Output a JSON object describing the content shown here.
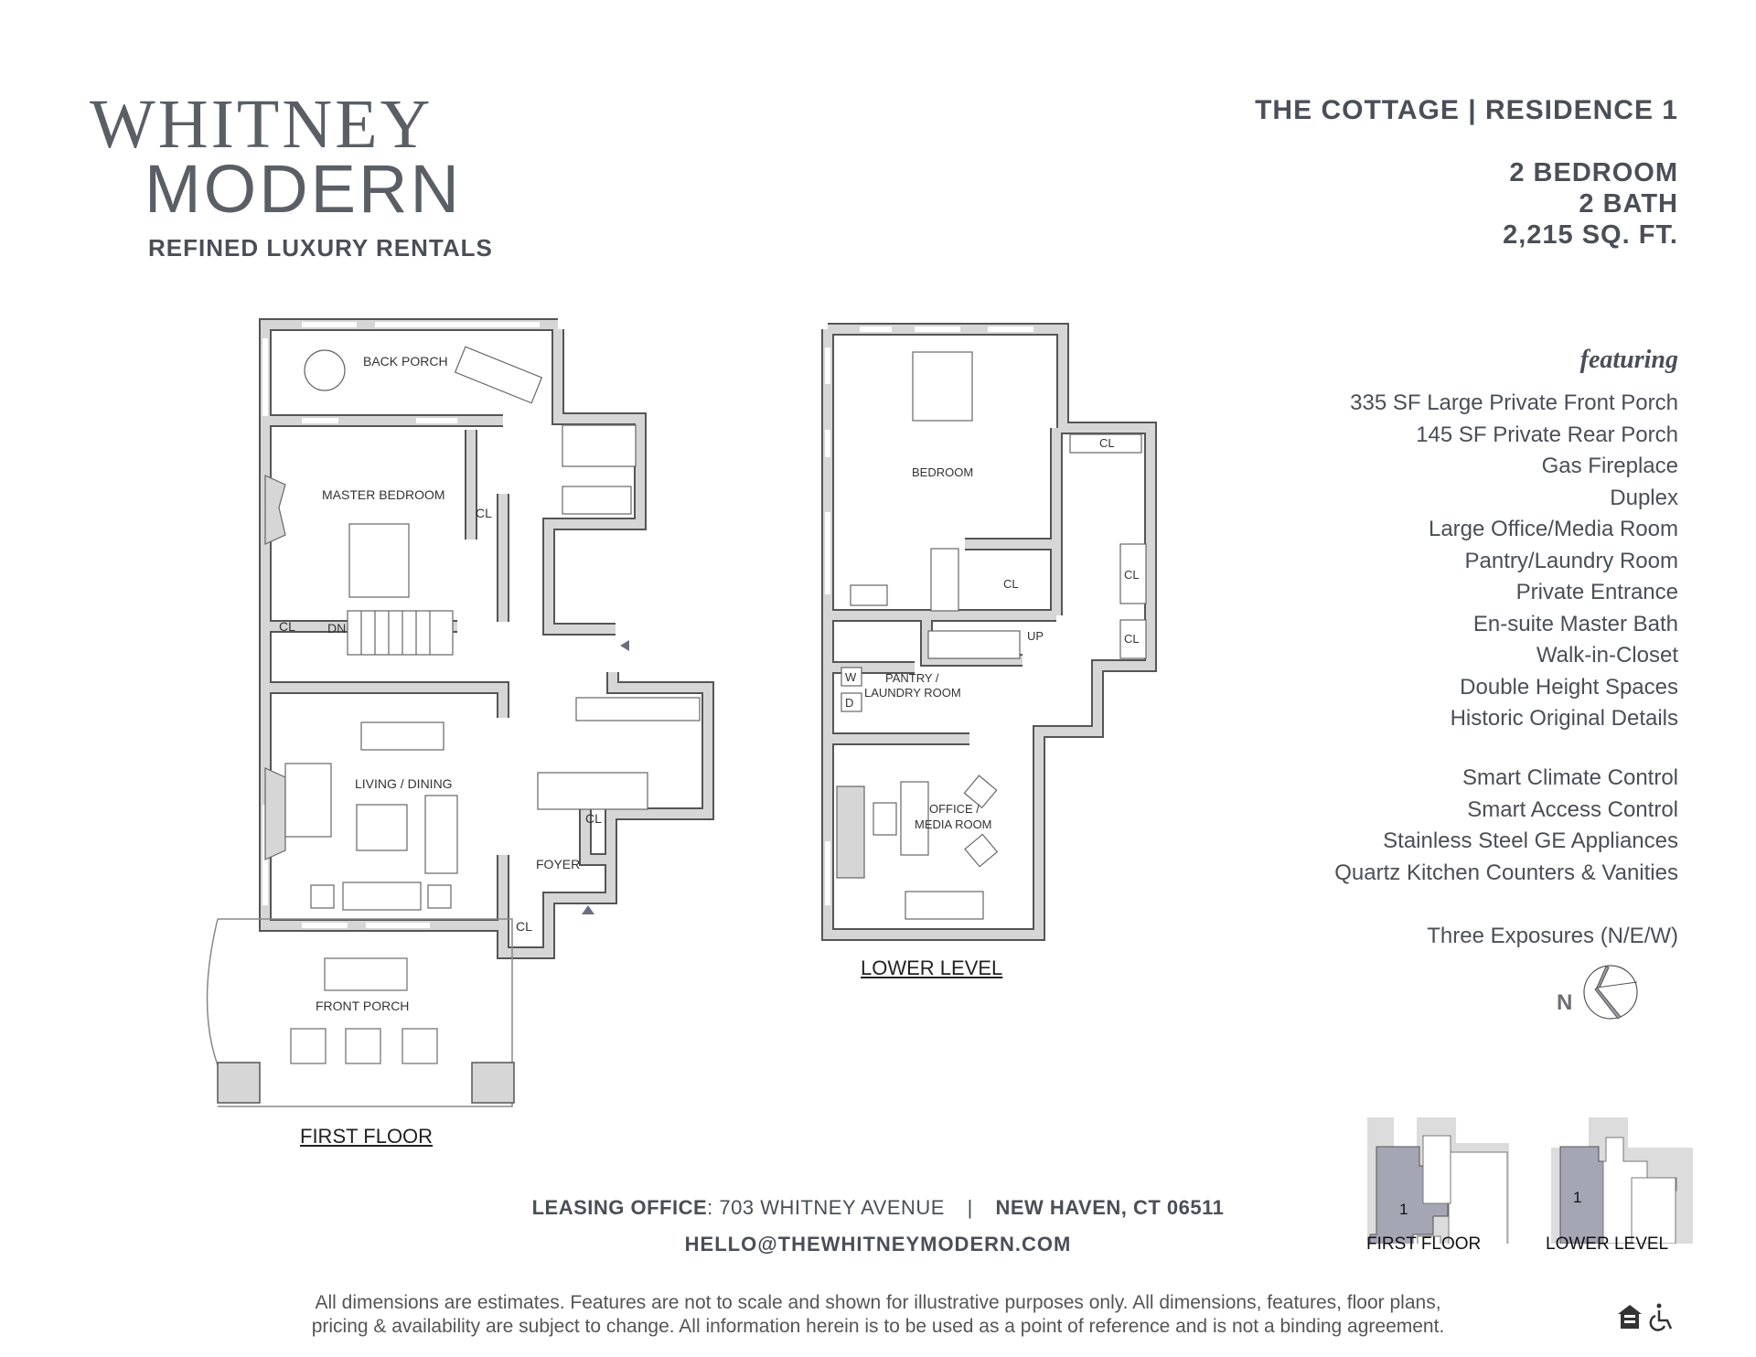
{
  "brand": {
    "line1": "WHITNEY",
    "line2": "MODERN",
    "tagline": "REFINED LUXURY RENTALS"
  },
  "residence": {
    "title": "THE COTTAGE | RESIDENCE 1",
    "bedrooms": "2 BEDROOM",
    "baths": "2 BATH",
    "area": "2,215 SQ. FT."
  },
  "featuring": {
    "heading": "featuring",
    "group1": [
      "335 SF Large Private Front Porch",
      "145 SF Private Rear Porch",
      "Gas Fireplace",
      "Duplex",
      "Large Office/Media Room",
      "Pantry/Laundry Room",
      "Private Entrance",
      "En-suite Master Bath",
      "Walk-in-Closet",
      "Double Height Spaces",
      "Historic Original Details"
    ],
    "group2": [
      "Smart Climate Control",
      "Smart Access Control",
      "Stainless Steel GE Appliances",
      "Quartz Kitchen Counters & Vanities"
    ],
    "exposures": "Three Exposures (N/E/W)"
  },
  "compass": {
    "label": "N"
  },
  "first_floor": {
    "label": "FIRST FLOOR",
    "rooms": {
      "back_porch": "BACK PORCH",
      "master_bedroom": "MASTER BEDROOM",
      "cl1": "CL",
      "cl2": "CL",
      "dn": "DN",
      "living": "LIVING / DINING",
      "cl3": "CL",
      "foyer": "FOYER",
      "cl4": "CL",
      "front_porch": "FRONT PORCH"
    }
  },
  "lower_level": {
    "label": "LOWER LEVEL",
    "rooms": {
      "bedroom": "BEDROOM",
      "cl1": "CL",
      "cl2": "CL",
      "cl3": "CL",
      "cl4": "CL",
      "up": "UP",
      "pantry1": "PANTRY /",
      "pantry2": "LAUNDRY ROOM",
      "w": "W",
      "d": "D",
      "office1": "OFFICE /",
      "office2": "MEDIA ROOM"
    }
  },
  "keyplan": {
    "unit": "1",
    "first_floor_label": "FIRST FLOOR",
    "lower_level_label": "LOWER LEVEL",
    "highlight_color": "#a4a6b3"
  },
  "footer": {
    "leasing_label": "LEASING OFFICE",
    "leasing_address": ": 703 WHITNEY AVENUE",
    "city": "NEW HAVEN, CT 06511",
    "email": "HELLO@THEWHITNEYMODERN.COM",
    "disclaimer1": "All dimensions are estimates. Features are not to scale and shown for illustrative purposes only. All dimensions, features, floor plans,",
    "disclaimer2": "pricing & availability are subject to change. All information herein is to be used as a point of reference and is not a binding agreement."
  },
  "icons": [
    "equal-housing-icon",
    "accessibility-icon"
  ]
}
